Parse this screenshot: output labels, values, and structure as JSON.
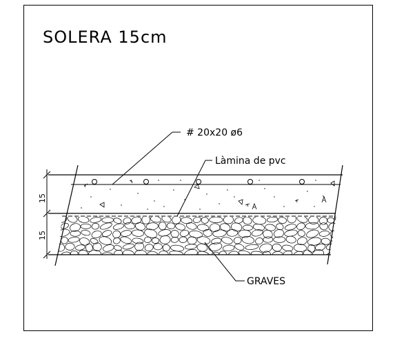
{
  "title": "SOLERA 15cm",
  "labels": {
    "mesh": "# 20x20 ø6",
    "membrane": "Làmina de pvc",
    "gravel": "GRAVES"
  },
  "dimensions": {
    "top_layer": "15",
    "bottom_layer": "15"
  }
}
